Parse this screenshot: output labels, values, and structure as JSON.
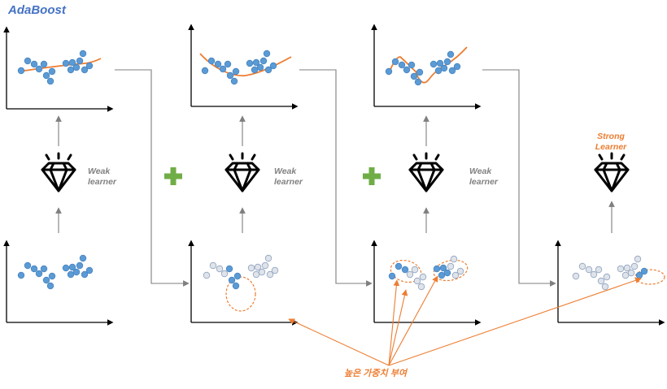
{
  "title": "AdaBoost",
  "weak_learner_line1": "Weak",
  "weak_learner_line2": "learner",
  "strong_learner_line1": "Strong",
  "strong_learner_line2": "Learner",
  "weight_note": "높은 가중치 부여",
  "colors": {
    "point": "#5b9bd5",
    "point_stroke": "#4a85c0",
    "faded_fill": "#dfe3ea",
    "faded_stroke": "#8fa3bf",
    "curve": "#ed7d31",
    "plus": "#70ad47",
    "axis": "#000000",
    "connector": "#7f7f7f",
    "title": "#4472c4"
  },
  "icons": {
    "weak_learner": "diamond-icon",
    "strong_learner": "diamond-icon",
    "combine": "plus-icon"
  }
}
